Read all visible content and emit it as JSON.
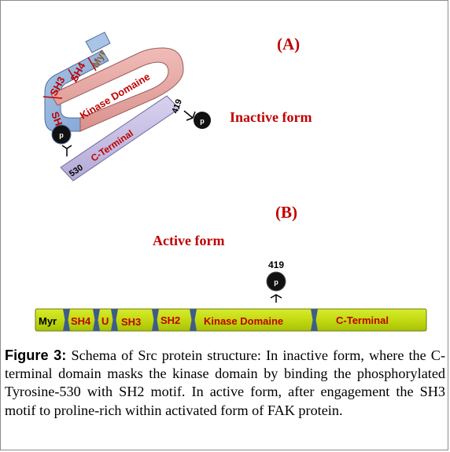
{
  "panel_a": {
    "label": "(A)",
    "state_label": "Inactive form",
    "domains": {
      "myr": "Myr",
      "sh4": "SH4",
      "sh3": "SH3",
      "sh2": "SH",
      "kinase": "Kinase Domaine",
      "c_terminal": "C-Terminal"
    },
    "phospho_label": "p",
    "residues": [
      "419",
      "530"
    ]
  },
  "panel_b": {
    "label": "(B)",
    "state_label": "Active form",
    "residue": "419",
    "phospho_label": "p",
    "domains": [
      "Myr",
      "SH4",
      "U",
      "SH3",
      "SH2",
      "Kinase Domaine",
      "C-Terminal"
    ]
  },
  "caption": {
    "figure_label": "Figure 3:",
    "text": "Schema of Src protein structure: In inactive form, where the C-terminal domain masks the kinase domain by binding the phosphorylated Tyrosine-530 with SH2 motif. In active form, after engagement the SH3 motif to proline-rich within activated form of FAK protein."
  },
  "colors": {
    "red_text": "#c00000",
    "kinase_fill": "#e7a7a3",
    "c_terminal_fill": "#c9c2e3",
    "blue_fill": "#94b4dc",
    "active_bar_fill": "#c4dc14",
    "phospho_circle": "#111111"
  }
}
